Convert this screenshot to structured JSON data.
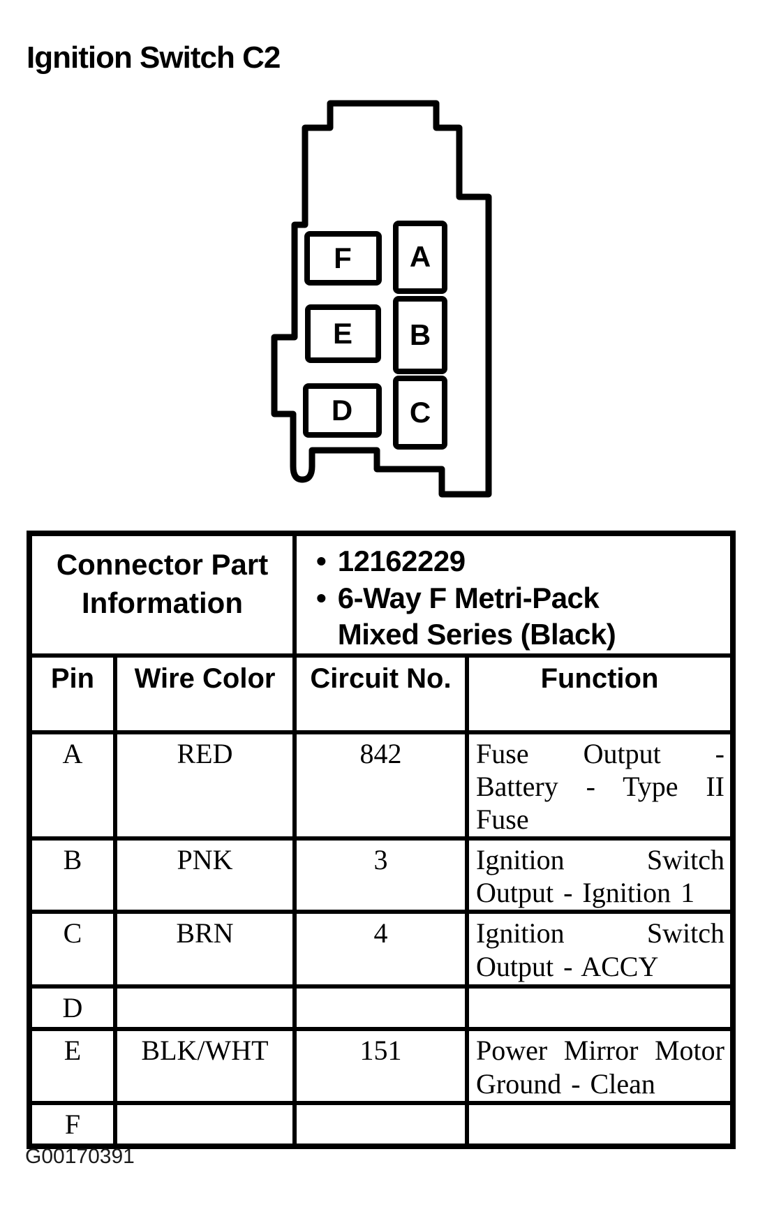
{
  "page": {
    "title": "Ignition Switch C2",
    "figure_code": "G00170391",
    "background_color": "#ffffff",
    "ink_color": "#000000"
  },
  "connector": {
    "description": "6-way connector face view, stepped housing outline",
    "pins": [
      {
        "id": "A"
      },
      {
        "id": "B"
      },
      {
        "id": "C"
      },
      {
        "id": "D"
      },
      {
        "id": "E"
      },
      {
        "id": "F"
      }
    ]
  },
  "table": {
    "part_info": {
      "label": "Connector Part Information",
      "bullet_char": "•",
      "bullets": [
        "12162229",
        "6-Way F Metri-Pack Mixed Series (Black)"
      ]
    },
    "columns": [
      "Pin",
      "Wire Color",
      "Circuit No.",
      "Function"
    ],
    "rows": [
      {
        "pin": "A",
        "wire_color": "RED",
        "circuit_no": "842",
        "function": "Fuse Output - Battery - Type II Fuse"
      },
      {
        "pin": "B",
        "wire_color": "PNK",
        "circuit_no": "3",
        "function": "Ignition Switch Output - Ignition 1"
      },
      {
        "pin": "C",
        "wire_color": "BRN",
        "circuit_no": "4",
        "function": "Ignition Switch Output - ACCY"
      },
      {
        "pin": "D",
        "wire_color": "",
        "circuit_no": "",
        "function": ""
      },
      {
        "pin": "E",
        "wire_color": "BLK/WHT",
        "circuit_no": "151",
        "function": "Power Mirror Motor Ground - Clean"
      },
      {
        "pin": "F",
        "wire_color": "",
        "circuit_no": "",
        "function": ""
      }
    ]
  }
}
